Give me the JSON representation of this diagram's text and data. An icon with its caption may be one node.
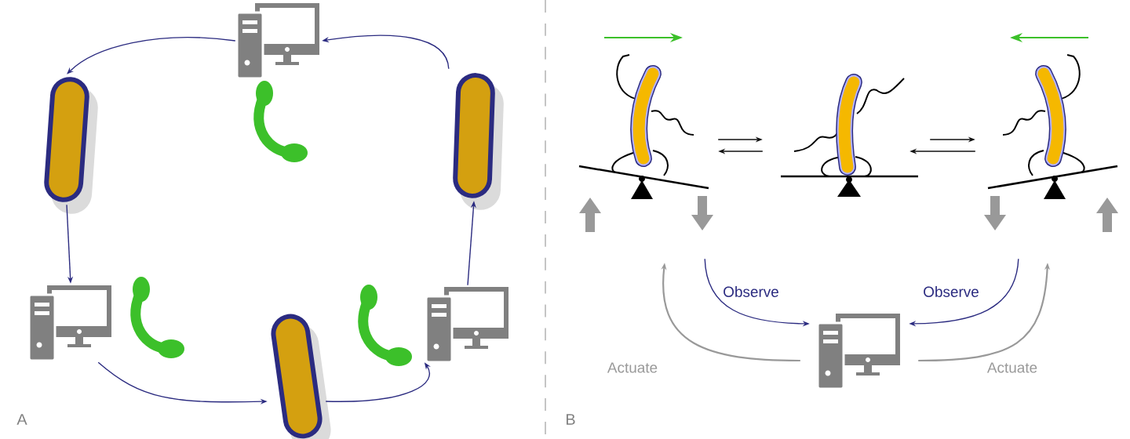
{
  "diagram": {
    "nodes": [
      {
        "text": [],
        "shape": "picture"
      },
      {
        "text": [],
        "shape": "picture"
      },
      {
        "text": [],
        "shape": "picture"
      },
      {
        "text": [],
        "shape": "picture"
      },
      {
        "text": [],
        "shape": "picture"
      },
      {
        "text": [],
        "shape": "picture"
      },
      {
        "text": [],
        "shape": "picture"
      },
      {
        "text": [],
        "shape": "picture"
      },
      {
        "text": [],
        "shape": "picture"
      },
      {
        "text": [],
        "shape": "picture"
      }
    ],
    "edges": [
      {
        "from": 0,
        "to": 1,
        "arrow": "to"
      },
      {
        "from": 1,
        "to": 2,
        "arrow": "to"
      },
      {
        "from": 2,
        "to": 3,
        "arrow": "to"
      },
      {
        "from": 3,
        "to": 4,
        "arrow": "to"
      },
      {
        "from": 4,
        "to": 5,
        "arrow": "to"
      },
      {
        "from": 5,
        "to": 0,
        "arrow": "to"
      },
      {
        "from": 6,
        "to": 7,
        "arrow": "to",
        "color": "#111111"
      },
      {
        "from": 7,
        "to": 6,
        "arrow": "to",
        "color": "#111111"
      },
      {
        "from": 7,
        "to": 8,
        "arrow": "to",
        "color": "#111111"
      },
      {
        "from": 8,
        "to": 7,
        "arrow": "to",
        "color": "#111111"
      },
      {
        "from": 6,
        "to": 9,
        "arrow": "to",
        "label": "Observe"
      },
      {
        "from": 8,
        "to": 9,
        "arrow": "to",
        "label": "Observe"
      },
      {
        "from": 9,
        "to": 6,
        "arrow": "to",
        "label": "Actuate",
        "color": "#999999"
      },
      {
        "from": 9,
        "to": 8,
        "arrow": "to",
        "label": "Actuate",
        "color": "#999999"
      }
    ],
    "labels": [
      "A",
      "B"
    ]
  }
}
